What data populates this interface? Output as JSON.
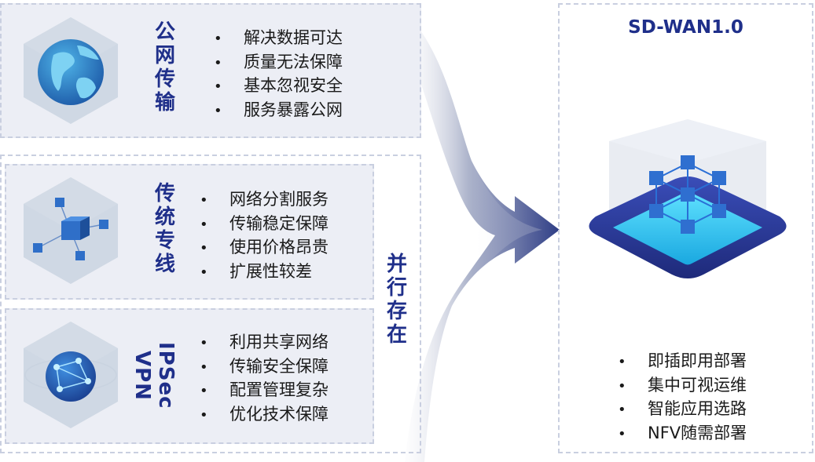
{
  "sections": [
    {
      "title": "公网传输",
      "icon": "globe-icon",
      "items": [
        "解决数据可达",
        "质量无法保障",
        "基本忽视安全",
        "服务暴露公网"
      ]
    },
    {
      "title": "传统专线",
      "icon": "network-cube-icon",
      "items": [
        "网络分割服务",
        "传输稳定保障",
        "使用价格昂贵",
        "扩展性较差"
      ]
    },
    {
      "title": "IPSec VPN",
      "icon": "vpn-globe-icon",
      "items": [
        "利用共享网络",
        "传输安全保障",
        "配置管理复杂",
        "优化技术保障"
      ]
    }
  ],
  "coexist_label": "并行存在",
  "result": {
    "title": "SD-WAN1.0",
    "icon": "sdwan-platform-icon",
    "items": [
      "即插即用部署",
      "集中可视运维",
      "智能应用选路",
      "NFV随需部署"
    ]
  },
  "colors": {
    "title_blue": "#1f2f8a",
    "panel_fill": "#eceef5",
    "arrow_navy": "#3a4a8f"
  }
}
